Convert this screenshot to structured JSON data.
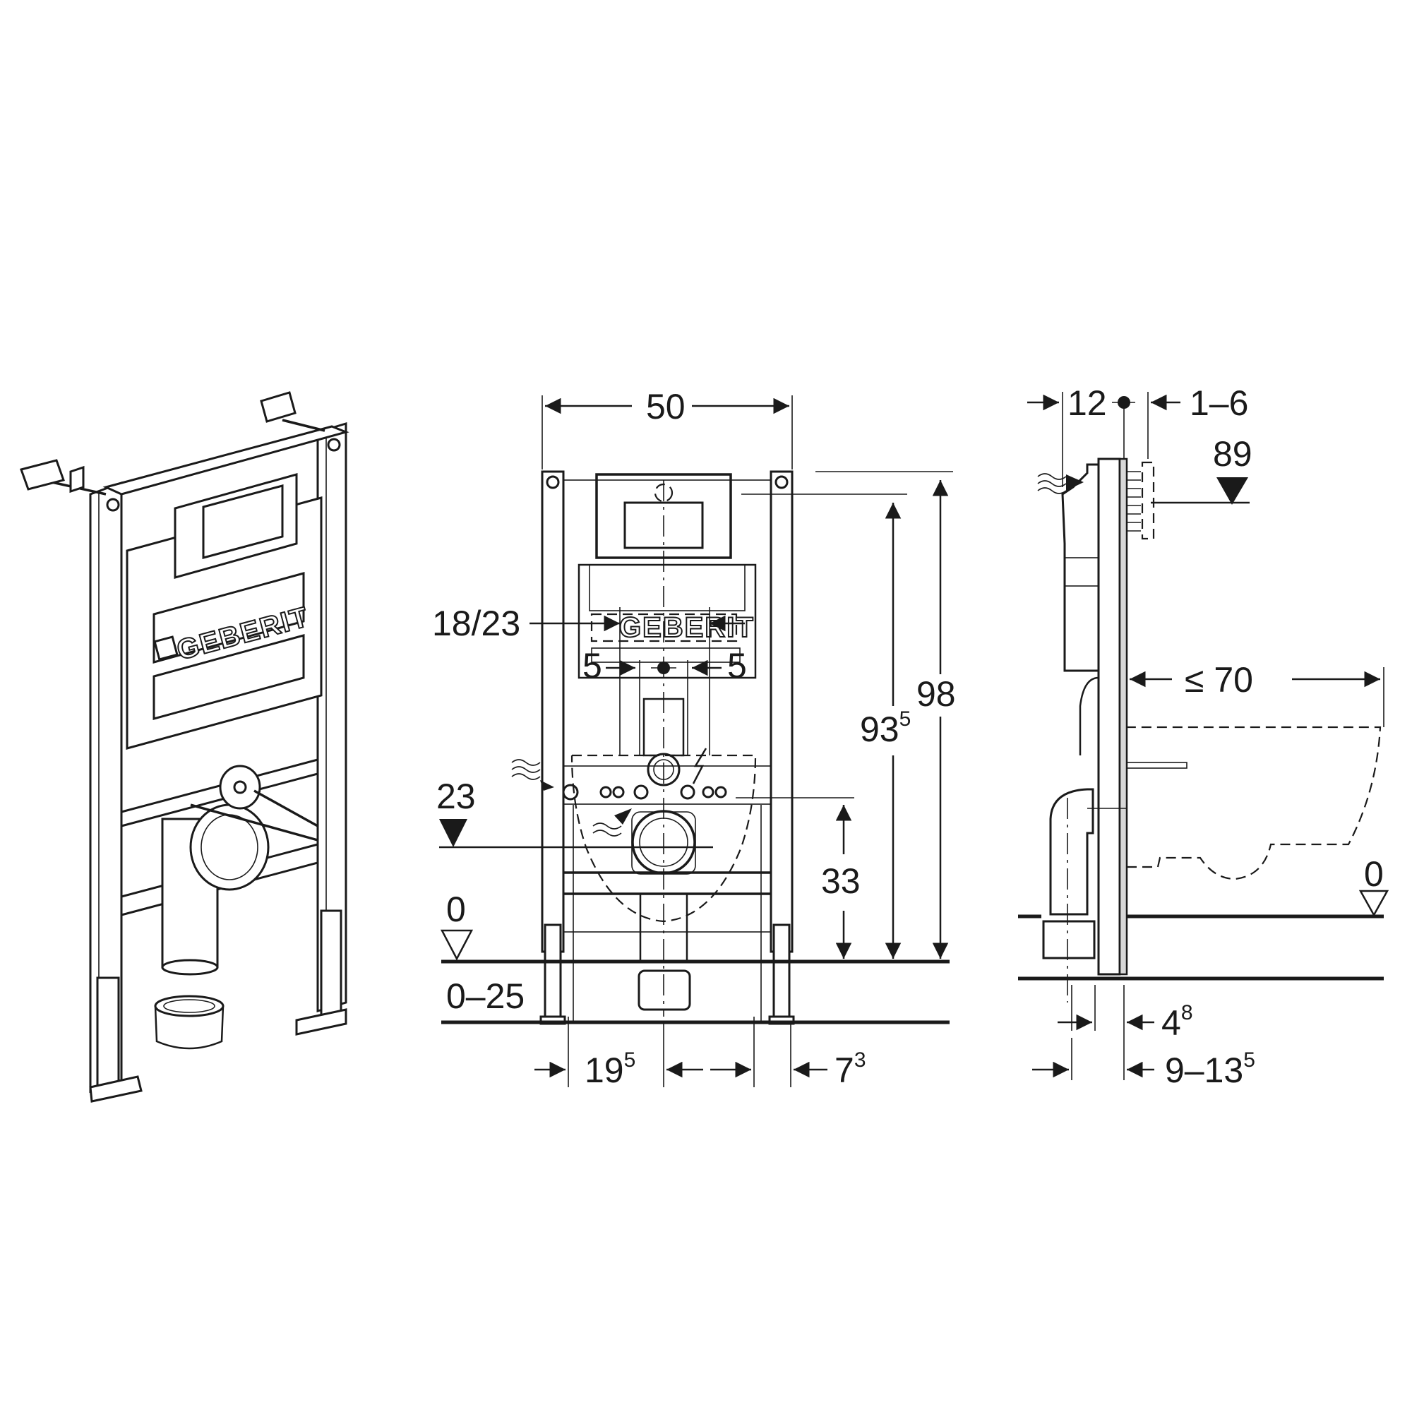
{
  "brand": {
    "logo_text": "GEBERIT"
  },
  "views": {
    "isometric": {
      "title": ""
    },
    "front": {
      "dim_width": "50",
      "dim_flush_width": "18/23",
      "dim_offset_left": "5",
      "dim_offset_right": "5",
      "dim_height_frame": "98",
      "dim_height_actuator_base": "93",
      "dim_height_actuator_sup": "5",
      "dim_height_connection": "33",
      "level_23": "23",
      "level_zero": "0",
      "dim_leg_adjust": "0–25",
      "dim_bottom_left_base": "19",
      "dim_bottom_left_sup": "5",
      "dim_bottom_right_base": "7",
      "dim_bottom_right_sup": "3"
    },
    "side": {
      "dim_depth_frame": "12",
      "dim_wall_cladding": "1–6",
      "level_89": "89",
      "dim_bowl_projection": "≤ 70",
      "level_zero": "0",
      "dim_lower_1_base": "4",
      "dim_lower_1_sup": "8",
      "dim_lower_2_base": "9–13",
      "dim_lower_2_sup": "5"
    }
  },
  "colors": {
    "ink": "#1a1a1a",
    "background": "#ffffff",
    "panel_grey": "#d8d8d8"
  }
}
